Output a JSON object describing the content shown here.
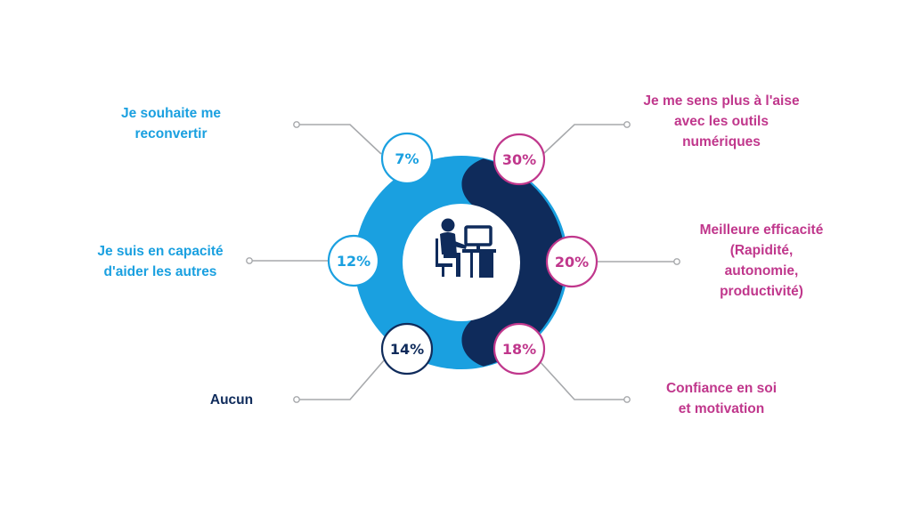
{
  "colors": {
    "light_blue": "#1AA0E0",
    "navy": "#0F2B5B",
    "magenta": "#C0378C",
    "connector": "#A7A9AC",
    "white": "#FFFFFF"
  },
  "center_icon": "person-at-computer-icon",
  "items": [
    {
      "id": "reconvertir",
      "percent": "7%",
      "value": 7,
      "color": "light_blue",
      "label_lines": [
        "Je souhaite me",
        "reconvertir"
      ]
    },
    {
      "id": "aider",
      "percent": "12%",
      "value": 12,
      "color": "light_blue",
      "label_lines": [
        "Je suis en capacité",
        "d'aider les autres"
      ]
    },
    {
      "id": "aucun",
      "percent": "14%",
      "value": 14,
      "color": "navy",
      "label_lines": [
        "Aucun"
      ]
    },
    {
      "id": "outils",
      "percent": "30%",
      "value": 30,
      "color": "magenta",
      "label_lines": [
        "Je me sens plus à l'aise",
        "avec les outils",
        "numériques"
      ]
    },
    {
      "id": "efficacite",
      "percent": "20%",
      "value": 20,
      "color": "magenta",
      "label_lines": [
        "Meilleure efficacité",
        "(Rapidité,",
        "autonomie,",
        "productivité)"
      ]
    },
    {
      "id": "confiance",
      "percent": "18%",
      "value": 18,
      "color": "magenta",
      "label_lines": [
        "Confiance en soi",
        "et motivation"
      ]
    }
  ]
}
